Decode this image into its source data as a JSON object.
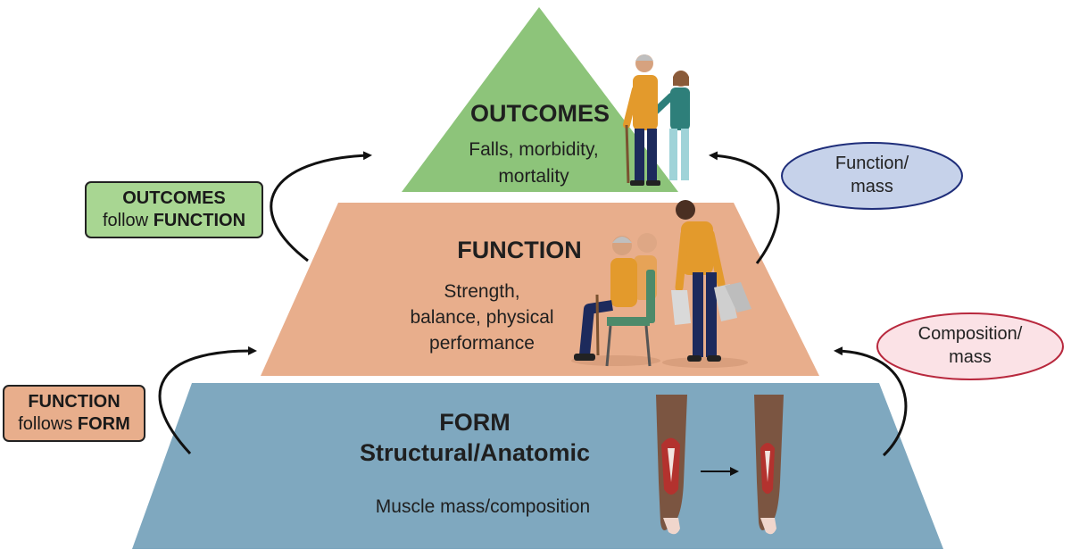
{
  "tiers": {
    "outcomes": {
      "title": "OUTCOMES",
      "desc_line1": "Falls, morbidity,",
      "desc_line2": "mortality",
      "color": "#8dc47a"
    },
    "function": {
      "title": "FUNCTION",
      "desc_line1": "Strength,",
      "desc_line2": "balance, physical",
      "desc_line3": "performance",
      "color": "#e8ae8c"
    },
    "form": {
      "title": "FORM",
      "subtitle": "Structural/Anatomic",
      "desc": "Muscle mass/composition",
      "color": "#7fa8bf"
    }
  },
  "side_labels": {
    "outcomes_follow": {
      "word1": "OUTCOMES",
      "word2": "follow",
      "word3": "FUNCTION",
      "color": "#a8d692"
    },
    "function_follows": {
      "word1": "FUNCTION",
      "word2": "follows",
      "word3": "FORM",
      "color": "#e8ae8c"
    }
  },
  "ellipses": {
    "function_mass": {
      "line1": "Function/",
      "line2": "mass",
      "color": "#c6d2ea"
    },
    "composition_mass": {
      "line1": "Composition/",
      "line2": "mass",
      "color": "#fbe2e6"
    }
  },
  "colors": {
    "arrow": "#111111",
    "orange_shirt": "#e39a2c",
    "navy": "#1d2a5c",
    "teal": "#2e7f7a",
    "muscle": "#b3322e",
    "skin": "#7b5541"
  }
}
